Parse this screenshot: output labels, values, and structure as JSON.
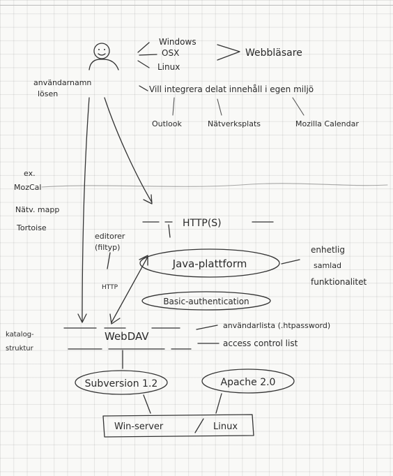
{
  "actor": {
    "label_line1": "användarnamn",
    "label_line2": "lösen"
  },
  "clients": {
    "os": [
      "Windows",
      "OSX",
      "Linux"
    ],
    "browser": "Webbläsare"
  },
  "integration": {
    "text": "Vill integrera delat innehåll i egen miljö",
    "apps": [
      "Outlook",
      "Nätverksplats",
      "Mozilla Calendar"
    ]
  },
  "left_notes": {
    "ex": "ex.",
    "mozcal": "MozCal",
    "natv": "Nätv. mapp",
    "tortoise": "Tortoise",
    "editorer1": "editorer",
    "editorer2": "(filtyp)",
    "http": "HTTP",
    "katalog1": "katalog-",
    "katalog2": "struktur"
  },
  "stack": {
    "https": "HTTP(S)",
    "java": "Java-plattform",
    "basic_auth": "Basic-authentication",
    "webdav": "WebDAV",
    "subversion": "Subversion 1.2",
    "apache": "Apache 2.0",
    "win_server": "Win-server",
    "linux": "Linux"
  },
  "right_notes": {
    "enhetlig": "enhetlig",
    "samlad": "samlad",
    "funktionalitet": "funktionalitet",
    "userlist": "användarlista (.htpassword)",
    "acl": "access control list"
  },
  "colors": {
    "ink": "#2a2a2a",
    "grid": "#c9c9c9",
    "paper": "#f9f9f7"
  }
}
